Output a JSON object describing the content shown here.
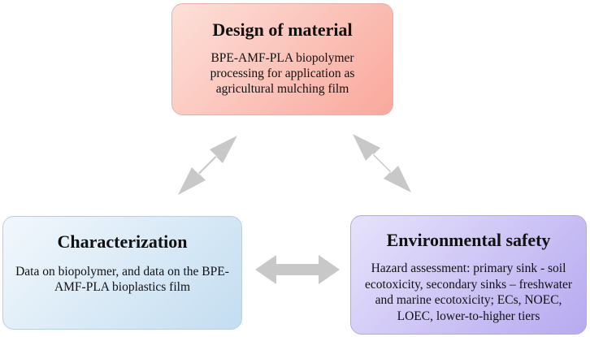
{
  "diagram": {
    "design": {
      "title": "Design of material",
      "body": "BPE-AMF-PLA biopolymer processing for application as agricultural mulching film",
      "color": "#f9a89c"
    },
    "characterization": {
      "title": "Characterization",
      "body": "Data on biopolymer, and data on the BPE-AMF-PLA bioplastics film",
      "color": "#c3ddf1"
    },
    "environmental": {
      "title": "Environmental safety",
      "body": "Hazard assessment: primary sink - soil ecotoxicity, secondary sinks – freshwater and marine ecotoxicity; ECs, NOEC, LOEC, lower-to-higher tiers",
      "color": "#b7aaf0"
    },
    "arrows": {
      "color": "#c8c8c8",
      "style": "double-headed"
    }
  }
}
